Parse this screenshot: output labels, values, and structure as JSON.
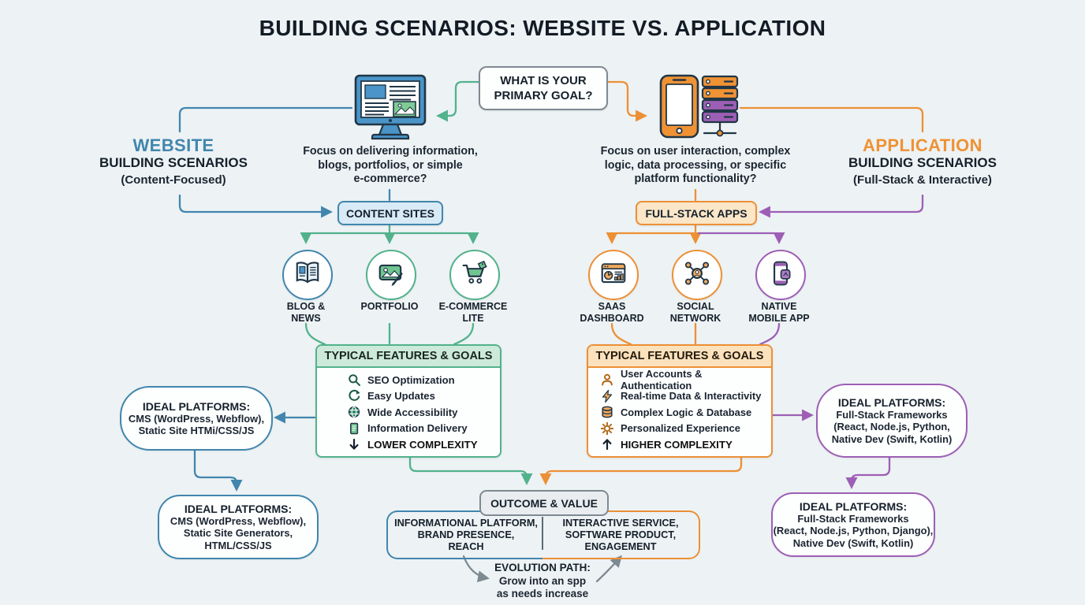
{
  "title": "BUILDING SCENARIOS: WEBSITE VS. APPLICATION",
  "goal_box": {
    "line1": "WHAT IS YOUR",
    "line2": "PRIMARY GOAL?"
  },
  "colors": {
    "teal": "#52b28c",
    "blue": "#4186ad",
    "orange": "#ec9036",
    "purple": "#9d5fb5",
    "gray": "#7e8a92"
  },
  "website": {
    "heading": "WEBSITE",
    "subheading": "BUILDING SCENARIOS",
    "tagline": "(Content-Focused)",
    "question": [
      "Focus on delivering information,",
      "blogs, portfolios, or simple",
      "e-commerce?"
    ],
    "category": "CONTENT SITES",
    "types": [
      {
        "icon": "book-icon",
        "lines": [
          "BLOG &",
          "NEWS"
        ]
      },
      {
        "icon": "portfolio-icon",
        "lines": [
          "PORTFOLIO"
        ]
      },
      {
        "icon": "cart-icon",
        "lines": [
          "E-COMMERCE",
          "LITE"
        ]
      }
    ],
    "features": {
      "header": "TYPICAL FEATURES & GOALS",
      "items": [
        {
          "icon": "search-icon",
          "label": "SEO Optimization"
        },
        {
          "icon": "refresh-icon",
          "label": "Easy Updates"
        },
        {
          "icon": "globe-icon",
          "label": "Wide Accessibility"
        },
        {
          "icon": "document-icon",
          "label": "Information Delivery"
        },
        {
          "icon": "down-arrow-icon",
          "label": "LOWER COMPLEXITY"
        }
      ]
    },
    "platforms_mid": {
      "title": "IDEAL PLATFORMS:",
      "lines": [
        "CMS (WordPress, Webflow),",
        "Static Site HTMi/CSS/JS"
      ]
    },
    "platforms_bottom": {
      "title": "IDEAL PLATFORMS:",
      "lines": [
        "CMS (WordPress, Webflow),",
        "Static Site Generators,",
        "HTML/CSS/JS"
      ]
    }
  },
  "application": {
    "heading": "APPLICATION",
    "subheading": "BUILDING SCENARIOS",
    "tagline": "(Full-Stack & Interactive)",
    "question": [
      "Focus on user interaction, complex",
      "logic, data processing, or specific",
      "platform functionality?"
    ],
    "category": "FULL-STACK APPS",
    "types": [
      {
        "icon": "saas-dashboard-icon",
        "lines": [
          "SAAS",
          "DASHBOARD"
        ]
      },
      {
        "icon": "social-network-icon",
        "lines": [
          "SOCIAL",
          "NETWORK"
        ]
      },
      {
        "icon": "mobile-app-icon",
        "lines": [
          "NATIVE",
          "MOBILE APP"
        ]
      }
    ],
    "features": {
      "header": "TYPICAL FEATURES & GOALS",
      "items": [
        {
          "icon": "user-icon",
          "label": "User Accounts & Authentication"
        },
        {
          "icon": "lightning-icon",
          "label": "Real-time Data & Interactivity"
        },
        {
          "icon": "database-icon",
          "label": "Complex Logic & Database"
        },
        {
          "icon": "gear-icon",
          "label": "Personalized Experience"
        },
        {
          "icon": "up-arrow-icon",
          "label": "HIGHER COMPLEXITY"
        }
      ]
    },
    "platforms_mid": {
      "title": "IDEAL PLATFORMS:",
      "lines": [
        "Full-Stack Frameworks",
        "(React, Node.js, Python,",
        "Native Dev (Swift, Kotlin)"
      ]
    },
    "platforms_bottom": {
      "title": "IDEAL PLATFORMS:",
      "lines": [
        "Full-Stack Frameworks",
        "(React, Node.js, Python, Django),",
        "Native Dev (Swift, Kotlin)"
      ]
    }
  },
  "outcome": {
    "pill": "OUTCOME & VALUE",
    "left_lines": [
      "INFORMATIONAL PLATFORM,",
      "BRAND PRESENCE,",
      "REACH"
    ],
    "right_lines": [
      "INTERACTIVE SERVICE,",
      "SOFTWARE PRODUCT,",
      "ENGAGEMENT"
    ]
  },
  "evolution": {
    "title": "EVOLUTION PATH:",
    "lines": [
      "Grow into an spp",
      "as needs increase"
    ]
  }
}
